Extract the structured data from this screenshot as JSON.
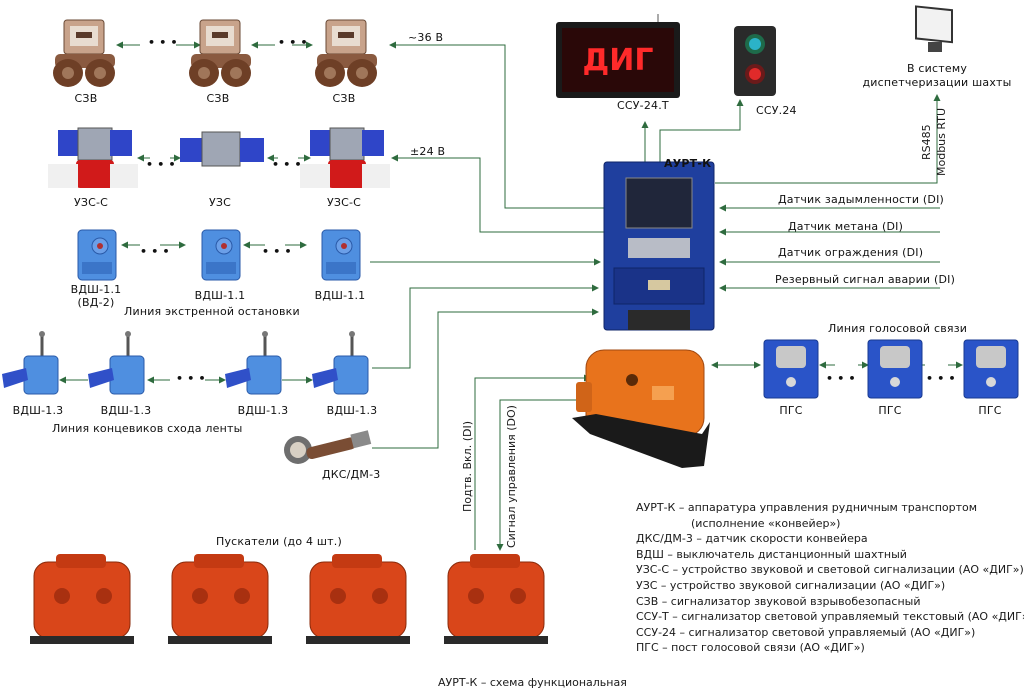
{
  "title": "АУРТ-К – схема функциональная",
  "center": {
    "label": "АУРТ-К"
  },
  "top_devices": {
    "ssu24t": {
      "label": "ССУ-24.Т",
      "display_text": "ДИГ"
    },
    "ssu24": {
      "label": "ССУ.24"
    },
    "dispatch": {
      "line1": "В систему",
      "line2": "диспетчеризации шахты"
    },
    "rs485": {
      "line1": "RS485",
      "line2": "Modbus RTU"
    }
  },
  "voltages": {
    "v36": "~36 В",
    "v24": "±24 В"
  },
  "rows": {
    "szv": [
      "СЗВ",
      "СЗВ",
      "СЗВ"
    ],
    "uzs": [
      "УЗС-С",
      "УЗС",
      "УЗС-С"
    ],
    "vdsh11": {
      "l1": "ВДШ-1.1",
      "l1b": "(ВД-2)",
      "l2": "ВДШ-1.1",
      "l3": "ВДШ-1.1",
      "line": "Линия экстренной остановки"
    },
    "vdsh13": {
      "items": [
        "ВДШ-1.3",
        "ВДШ-1.3",
        "ВДШ-1.3",
        "ВДШ-1.3"
      ],
      "line": "Линия концевиков схода ленты"
    },
    "dks": "ДКС/ДМ-3"
  },
  "ellipsis": "• • •",
  "inputs": [
    "Датчик задымленности (DI)",
    "Датчик метана (DI)",
    "Датчик ограждения (DI)",
    "Резервный сигнал аварии (DI)"
  ],
  "voice": {
    "line": "Линия голосовой связи",
    "items": [
      "ПГС",
      "ПГС",
      "ПГС"
    ]
  },
  "starters": {
    "label": "Пускатели (до 4 шт.)"
  },
  "vertical_labels": {
    "podtv": "Подтв. Вкл. (DI)",
    "signal": "Сигнал управления (DO)"
  },
  "legend": [
    "АУРТ-К – аппаратура управления рудничным транспортом",
    "(исполнение «конвейер»)",
    "ДКС/ДМ-3 – датчик скорости конвейера",
    "ВДШ – выключатель дистанционный шахтный",
    "УЗС-С – устройство звуковой и световой сигнализации (АО «ДИГ»)",
    "УЗС – устройство звуковой сигнализации (АО «ДИГ»)",
    "СЗВ – сигнализатор звуковой взрывобезопасный",
    "ССУ-Т – сигнализатор световой управляемый текстовый (АО «ДИГ»)",
    "ССУ-24 – сигнализатор световой управляемый (АО «ДИГ»)",
    "ПГС – пост голосовой связи (АО «ДИГ»)"
  ],
  "colors": {
    "wire": "#2e6b3e",
    "panel_blue": "#1f3f9e",
    "orange": "#e8731c",
    "starter": "#d9461a"
  }
}
